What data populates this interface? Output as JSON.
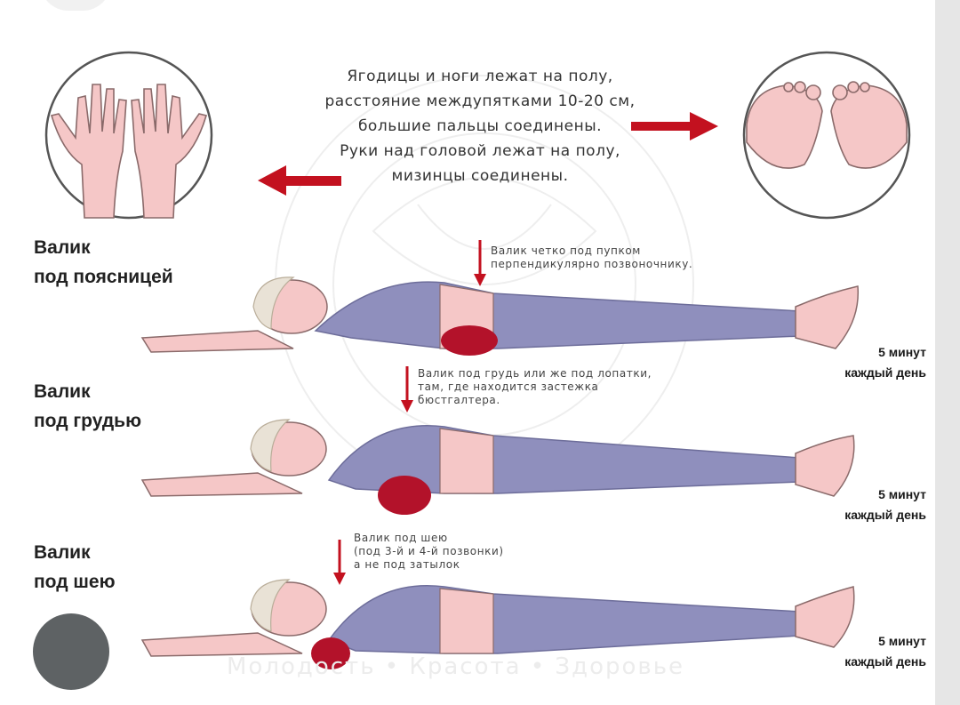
{
  "colors": {
    "skin": "#f5c7c7",
    "outfit": "#8f8fbd",
    "outfit_dark": "#7c7cab",
    "arrow": "#c3111f",
    "roller": "#b3122a",
    "outline": "#8a6a6a",
    "hair": "#e9e2d6"
  },
  "instructions": [
    "Ягодицы и ноги лежат на полу,",
    "расстояние междупятками 10-20 см,",
    "большие пальцы соединены.",
    "Руки над головой лежат на полу,",
    "мизинцы соединены."
  ],
  "exercises": [
    {
      "title_line1": "Валик",
      "title_line2": "под поясницей",
      "note": [
        "Валик четко под пупком",
        "перпендикулярно позвоночнику."
      ],
      "duration_line1": "5 минут",
      "duration_line2": "каждый день"
    },
    {
      "title_line1": "Валик",
      "title_line2": "под грудью",
      "note": [
        "Валик под грудь или же под лопатки,",
        "там, где находится застежка",
        "бюстгалтера."
      ],
      "duration_line1": "5 минут",
      "duration_line2": "каждый день"
    },
    {
      "title_line1": "Валик",
      "title_line2": "под шею",
      "note": [
        "Валик под шею",
        "(под 3-й и 4-й позвонки)",
        "а не под затылок"
      ],
      "duration_line1": "5 минут",
      "duration_line2": "каждый день"
    }
  ],
  "watermark": "Молодость • Красота • Здоровье",
  "icons": {
    "hands": "hands-icon",
    "feet": "feet-icon",
    "lens": "lens-search-icon"
  }
}
